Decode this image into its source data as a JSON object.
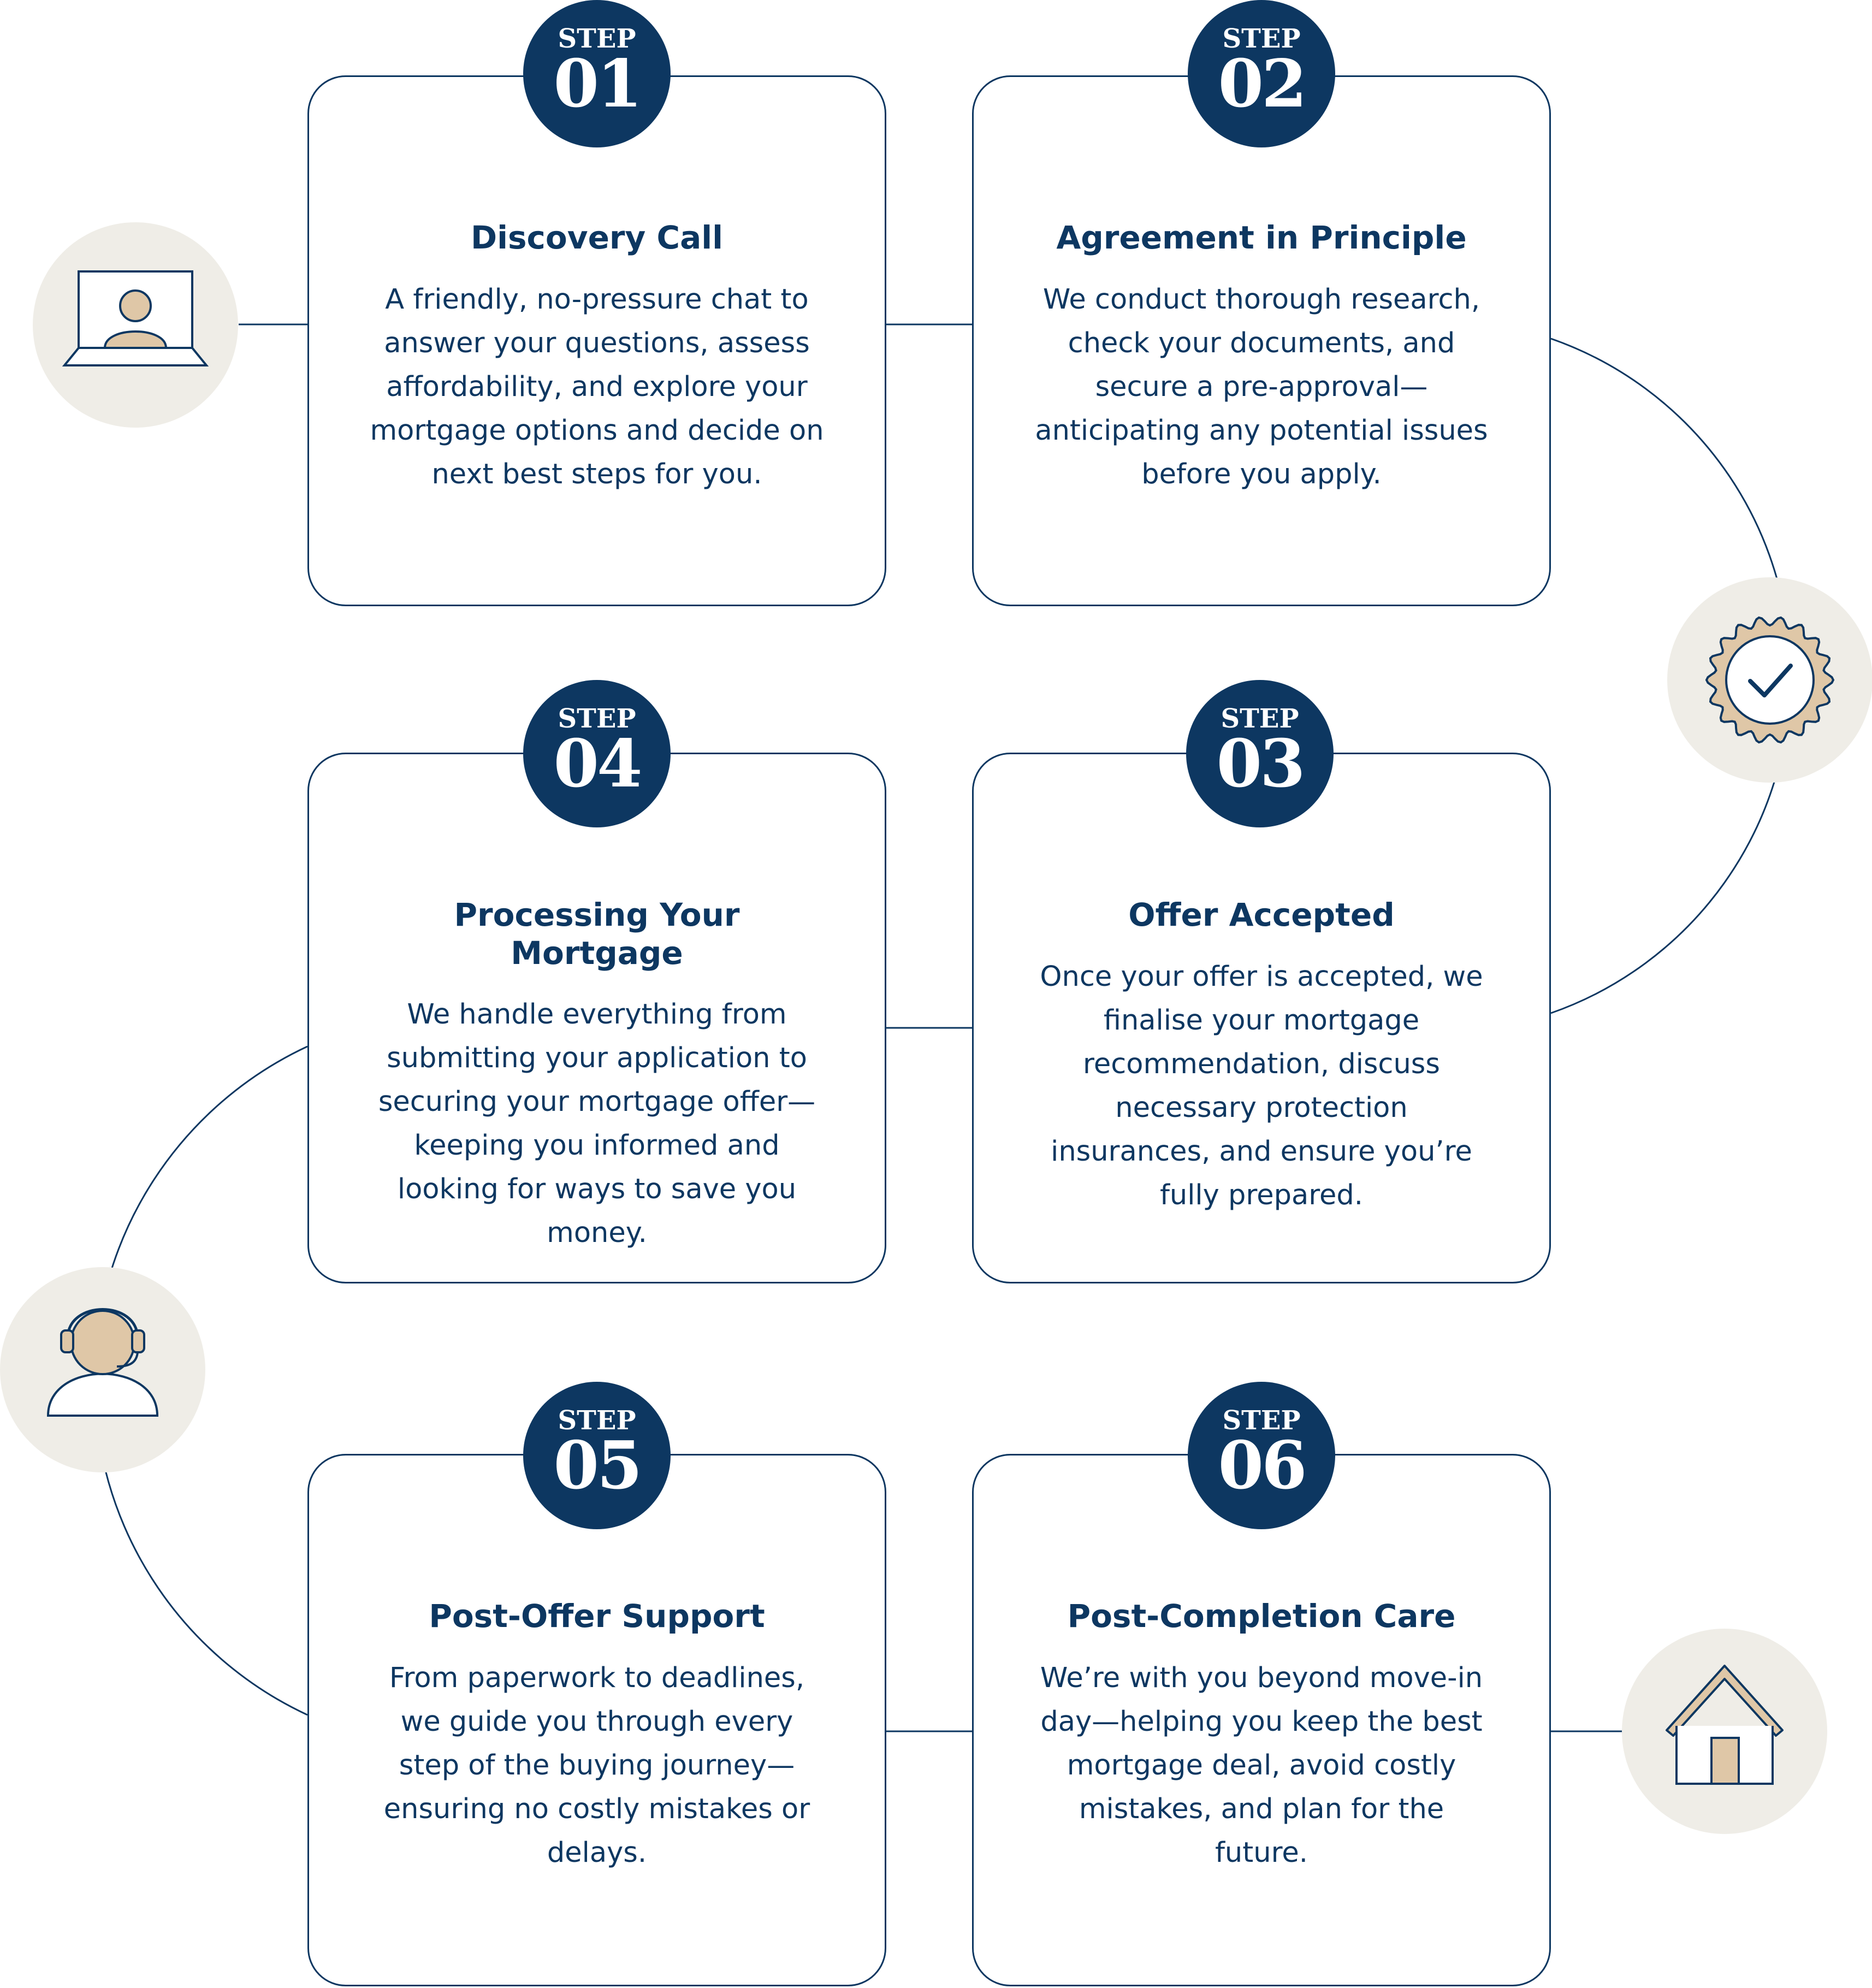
{
  "steps": [
    {
      "label": "STEP",
      "number": "01",
      "title": "Discovery Call",
      "body": "A friendly, no-pressure chat to answer your questions, assess affordability, and explore your mortgage options and decide on next best steps for you."
    },
    {
      "label": "STEP",
      "number": "02",
      "title": "Agreement in Principle",
      "body": "We conduct thorough research, check your documents, and secure a pre-approval—anticipating any potential issues before you apply."
    },
    {
      "label": "STEP",
      "number": "03",
      "title": "Offer Accepted",
      "body": "Once your offer is accepted, we finalise your mortgage recommendation, discuss necessary protection insurances, and ensure you’re fully prepared."
    },
    {
      "label": "STEP",
      "number": "04",
      "title": "Processing Your Mortgage",
      "body": "We handle everything from submitting your application to securing your mortgage offer—keeping you informed and looking for ways to save you money."
    },
    {
      "label": "STEP",
      "number": "05",
      "title": "Post-Offer Support",
      "body": "From paperwork to deadlines, we guide you through every step of the buying journey—ensuring no costly mistakes or delays."
    },
    {
      "label": "STEP",
      "number": "06",
      "title": "Post-Completion Care",
      "body": "We’re with you beyond move-in day—helping you keep the best mortgage deal, avoid costly mistakes, and plan for the future."
    }
  ],
  "icons": [
    "video-call-icon",
    "approval-badge-icon",
    "headset-support-icon",
    "house-icon"
  ],
  "colors": {
    "navy": "#0d3761",
    "beige": "#dfc7a7",
    "circle_bg": "#efede7"
  }
}
